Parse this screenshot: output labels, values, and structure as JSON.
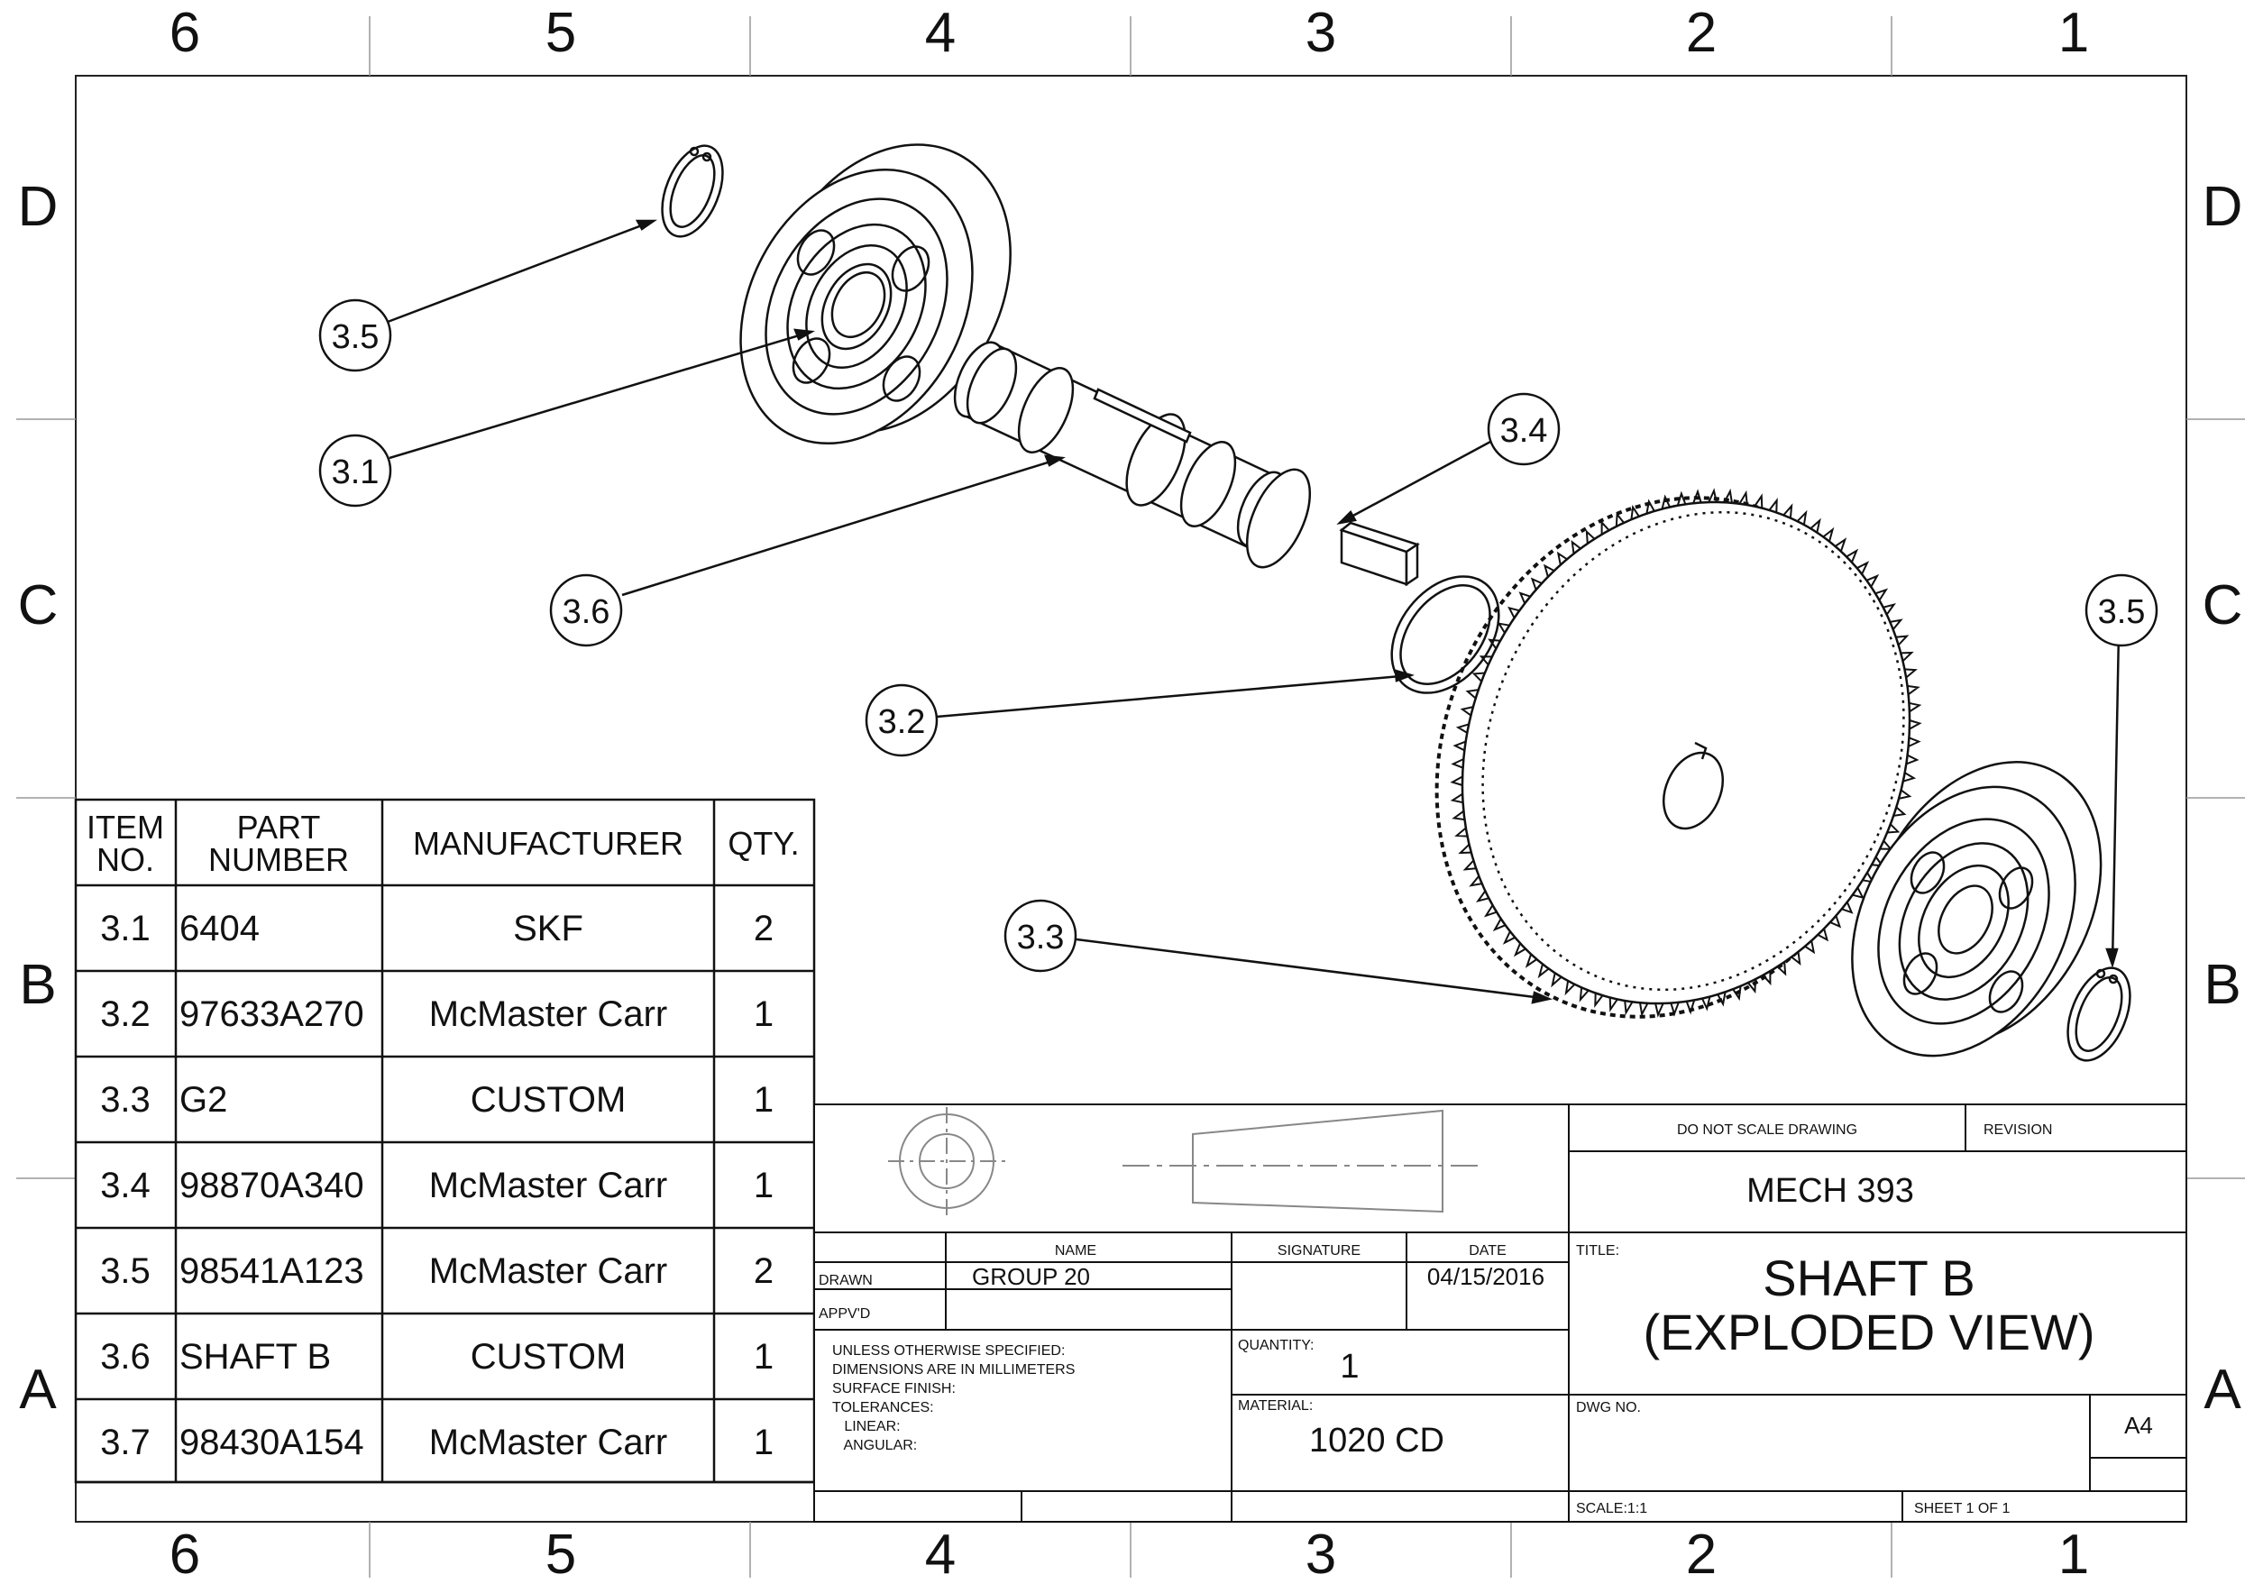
{
  "zones": {
    "columns": [
      "6",
      "5",
      "4",
      "3",
      "2",
      "1"
    ],
    "rows": [
      "D",
      "C",
      "B",
      "A"
    ]
  },
  "callouts": [
    {
      "id": "c1",
      "label": "3.5"
    },
    {
      "id": "c2",
      "label": "3.1"
    },
    {
      "id": "c3",
      "label": "3.6"
    },
    {
      "id": "c4",
      "label": "3.4"
    },
    {
      "id": "c5",
      "label": "3.2"
    },
    {
      "id": "c6",
      "label": "3.3"
    },
    {
      "id": "c7",
      "label": "3.5"
    }
  ],
  "bom": {
    "headers": {
      "item_l1": "ITEM",
      "item_l2": "NO.",
      "part_l1": "PART",
      "part_l2": "NUMBER",
      "manufacturer": "MANUFACTURER",
      "qty": "QTY."
    },
    "rows": [
      {
        "item": "3.1",
        "part": "6404",
        "manufacturer": "SKF",
        "qty": "2"
      },
      {
        "item": "3.2",
        "part": "97633A270",
        "manufacturer": "McMaster Carr",
        "qty": "1"
      },
      {
        "item": "3.3",
        "part": "G2",
        "manufacturer": "CUSTOM",
        "qty": "1"
      },
      {
        "item": "3.4",
        "part": "98870A340",
        "manufacturer": "McMaster Carr",
        "qty": "1"
      },
      {
        "item": "3.5",
        "part": "98541A123",
        "manufacturer": "McMaster Carr",
        "qty": "2"
      },
      {
        "item": "3.6",
        "part": "SHAFT B",
        "manufacturer": "CUSTOM",
        "qty": "1"
      },
      {
        "item": "3.7",
        "part": "98430A154",
        "manufacturer": "McMaster Carr",
        "qty": "1"
      }
    ]
  },
  "title_block": {
    "do_not_scale": "DO NOT SCALE DRAWING",
    "revision_label": "REVISION",
    "company": "MECH 393",
    "name_label": "NAME",
    "signature_label": "SIGNATURE",
    "date_label": "DATE",
    "drawn_label": "DRAWN",
    "drawn_name": "GROUP 20",
    "drawn_date": "04/15/2016",
    "apprvd_label": "APPV'D",
    "notes": [
      "UNLESS OTHERWISE SPECIFIED:",
      "DIMENSIONS ARE IN MILLIMETERS",
      "SURFACE FINISH:",
      "TOLERANCES:",
      "   LINEAR:",
      "   ANGULAR:"
    ],
    "quantity_label": "QUANTITY:",
    "quantity": "1",
    "material_label": "MATERIAL:",
    "material": "1020 CD",
    "title_label": "TITLE:",
    "title_line1": "SHAFT B",
    "title_line2": "(EXPLODED VIEW)",
    "dwg_no_label": "DWG NO.",
    "size": "A4",
    "scale": "SCALE:1:1",
    "sheet": "SHEET 1 OF 1"
  }
}
